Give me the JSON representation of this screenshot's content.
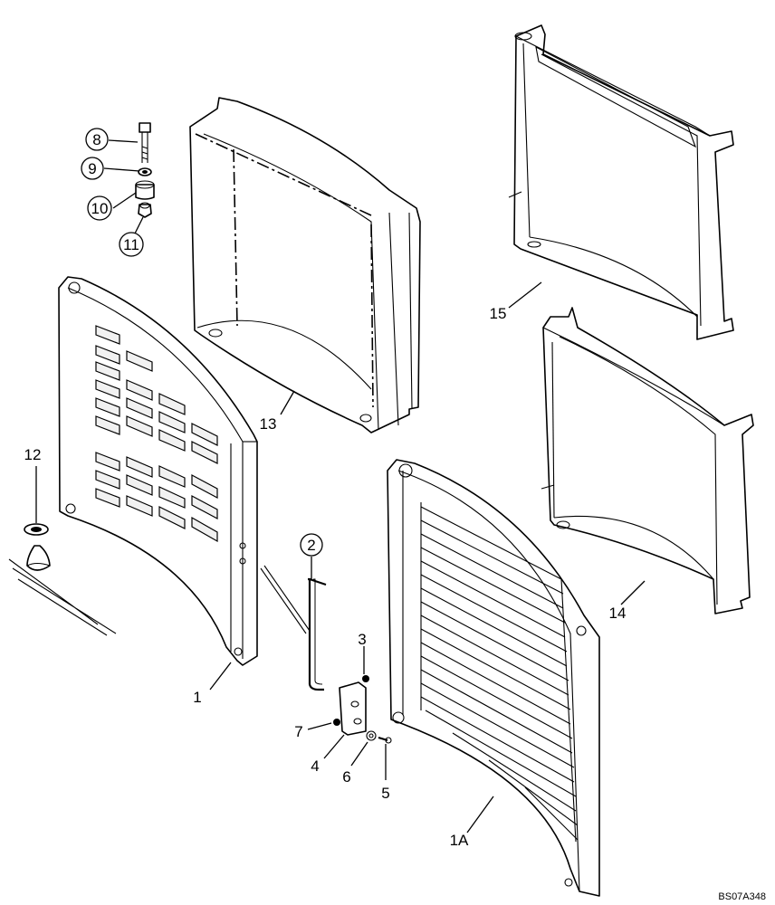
{
  "callouts": {
    "c1": "1",
    "c1a": "1A",
    "c2": "2",
    "c3": "3",
    "c4": "4",
    "c5": "5",
    "c6": "6",
    "c7": "7",
    "c8": "8",
    "c9": "9",
    "c10": "10",
    "c11": "11",
    "c12": "12",
    "c13": "13",
    "c14": "14",
    "c15": "15"
  },
  "drawing_code": "BS07A348"
}
